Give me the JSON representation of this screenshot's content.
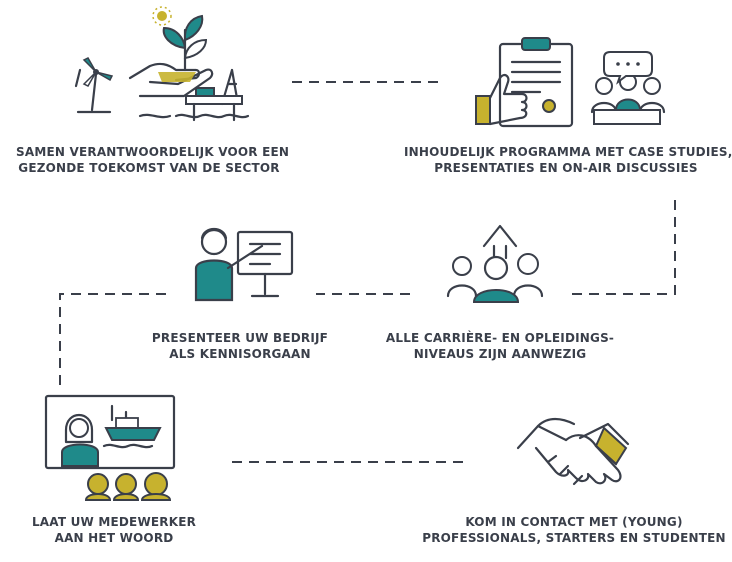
{
  "colors": {
    "dark": "#3a3f4a",
    "teal": "#1f8a8a",
    "gold": "#c7b22e",
    "white": "#ffffff"
  },
  "steps": [
    {
      "id": "step-1",
      "icon": "plant-hand-energy-icon",
      "line1": "SAMEN VERANTWOORDELIJK VOOR EEN",
      "line2": "GEZONDE TOEKOMST VAN DE SECTOR"
    },
    {
      "id": "step-2",
      "icon": "program-discussion-icon",
      "line1": "INHOUDELIJK PROGRAMMA MET CASE STUDIES,",
      "line2": "PRESENTATIES EN ON-AIR DISCUSSIES"
    },
    {
      "id": "step-3",
      "icon": "career-levels-icon",
      "line1": "ALLE CARRIÈRE- EN OPLEIDINGS-",
      "line2": "NIVEAUS ZIJN AANWEZIG"
    },
    {
      "id": "step-4",
      "icon": "presenter-board-icon",
      "line1": "PRESENTEER UW BEDRIJF",
      "line2": "ALS KENNISORGAAN"
    },
    {
      "id": "step-5",
      "icon": "employee-speaker-icon",
      "line1": "LAAT UW MEDEWERKER",
      "line2": "AAN HET WOORD"
    },
    {
      "id": "step-6",
      "icon": "handshake-icon",
      "line1": "KOM IN CONTACT MET (YOUNG)",
      "line2": "PROFESSIONALS, STARTERS EN STUDENTEN"
    }
  ]
}
